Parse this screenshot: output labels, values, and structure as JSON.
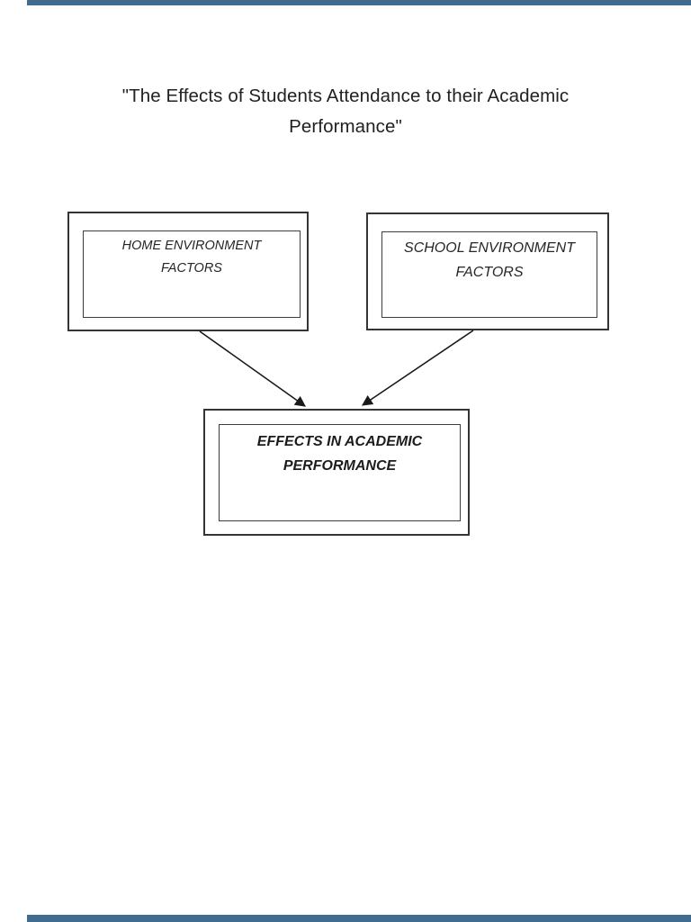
{
  "page": {
    "background_color": "#ffffff",
    "edge_bar_color": "#3f6c8f",
    "border_color": "#353535",
    "text_color": "#212121"
  },
  "title": {
    "line1": "\"The Effects of Students Attendance to their Academic",
    "line2": "Performance\""
  },
  "diagram": {
    "nodes": [
      {
        "id": "home-environment",
        "line1": "HOME ENVIRONMENT",
        "line2": "FACTORS"
      },
      {
        "id": "school-environment",
        "line1": "SCHOOL ENVIRONMENT",
        "line2": "FACTORS"
      },
      {
        "id": "effects-academic",
        "line1": "EFFECTS IN ACADEMIC",
        "line2": "PERFORMANCE"
      }
    ],
    "edges": [
      {
        "from": "home-environment",
        "to": "effects-academic"
      },
      {
        "from": "school-environment",
        "to": "effects-academic"
      }
    ]
  }
}
